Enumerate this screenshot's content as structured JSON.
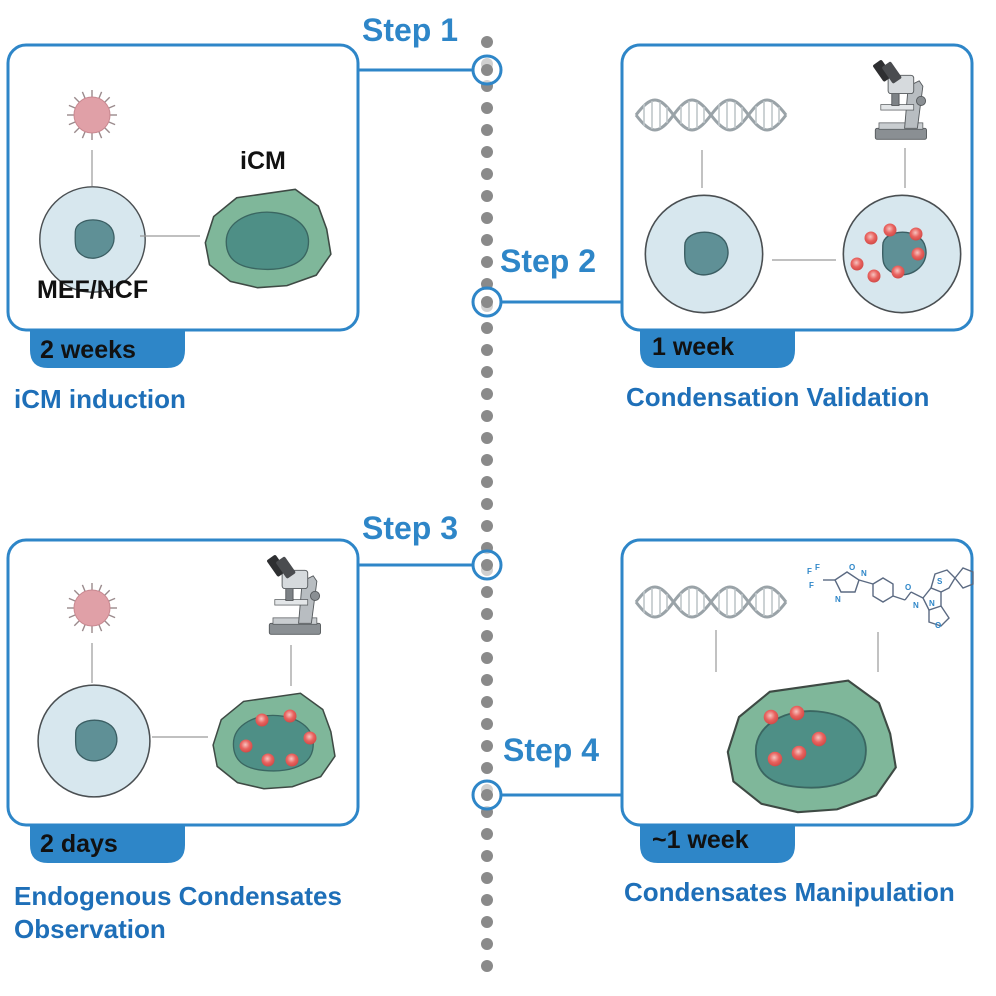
{
  "colors": {
    "accent": "#2e86c8",
    "title": "#1e6fb8",
    "timeline_dot": "#8a8a8a",
    "cell_fill": "#d7e7ee",
    "nucleus": "#5f9096",
    "icm_cell": "#7fb79a",
    "condensate": "#e9635f",
    "virus": "#e0a0a7"
  },
  "steps": [
    {
      "step_label": "Step 1",
      "duration": "2 weeks",
      "title_lines": [
        "iCM induction"
      ],
      "labels": {
        "cell_type": "MEF/NCF",
        "result": "iCM"
      },
      "icons": [
        "virus-icon",
        "fibroblast-cell-icon",
        "icm-cell-icon"
      ]
    },
    {
      "step_label": "Step 2",
      "duration": "1 week",
      "title_lines": [
        "Condensation Validation"
      ],
      "icons": [
        "dna-helix-icon",
        "microscope-icon",
        "cell-icon",
        "condensate-cell-icon"
      ]
    },
    {
      "step_label": "Step 3",
      "duration": "2 days",
      "title_lines": [
        "Endogenous Condensates",
        "Observation"
      ],
      "icons": [
        "virus-icon",
        "microscope-icon",
        "fibroblast-cell-icon",
        "icm-condensate-cell-icon"
      ]
    },
    {
      "step_label": "Step 4",
      "duration": "~1 week",
      "title_lines": [
        "Condensates Manipulation"
      ],
      "icons": [
        "dna-helix-icon",
        "chemical-compound-icon",
        "icm-condensate-cell-icon"
      ]
    }
  ]
}
